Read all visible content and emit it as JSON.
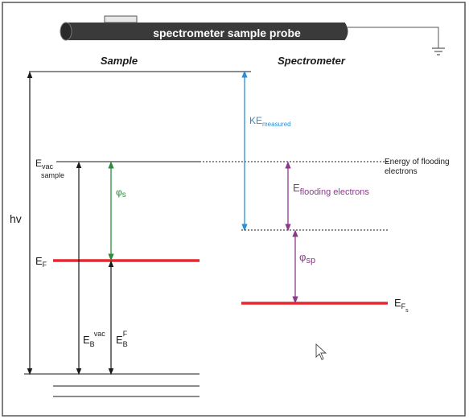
{
  "probe": {
    "label": "spectrometer sample probe"
  },
  "sample": {
    "heading": "Sample",
    "evac_main": "E",
    "evac_sub": "vac",
    "evac_line2": "sample",
    "ef_main": "E",
    "ef_sub": "F",
    "hv": "hv",
    "phi_s_main": "φ",
    "phi_s_sub": "s",
    "ebvac_main": "E",
    "ebvac_sub": "B",
    "ebvac_sup": "vac",
    "ebf_main": "E",
    "ebf_sub": "B",
    "ebf_sup": "F"
  },
  "spectrometer": {
    "heading": "Spectrometer",
    "ke_main": "KE",
    "ke_sub": "measured",
    "flood_main": "E",
    "flood_sub": "flooding electrons",
    "phi_sp_main": "φ",
    "phi_sp_sub": "sp",
    "efs_main": "E",
    "efs_sub": "F",
    "efs_subsub": "s",
    "flood_note_line1": "Energy of flooding",
    "flood_note_line2": "electrons"
  },
  "colors": {
    "black": "#1a1a1a",
    "red": "#e8262d",
    "green": "#2e8b3a",
    "blue": "#2a8fd6",
    "purple": "#8b3a8b",
    "probe_fill": "#3a3a3a",
    "probe_text": "#ffffff"
  },
  "icons": {
    "cursor": "mouse-pointer-icon",
    "ground": "ground-symbol-icon"
  }
}
